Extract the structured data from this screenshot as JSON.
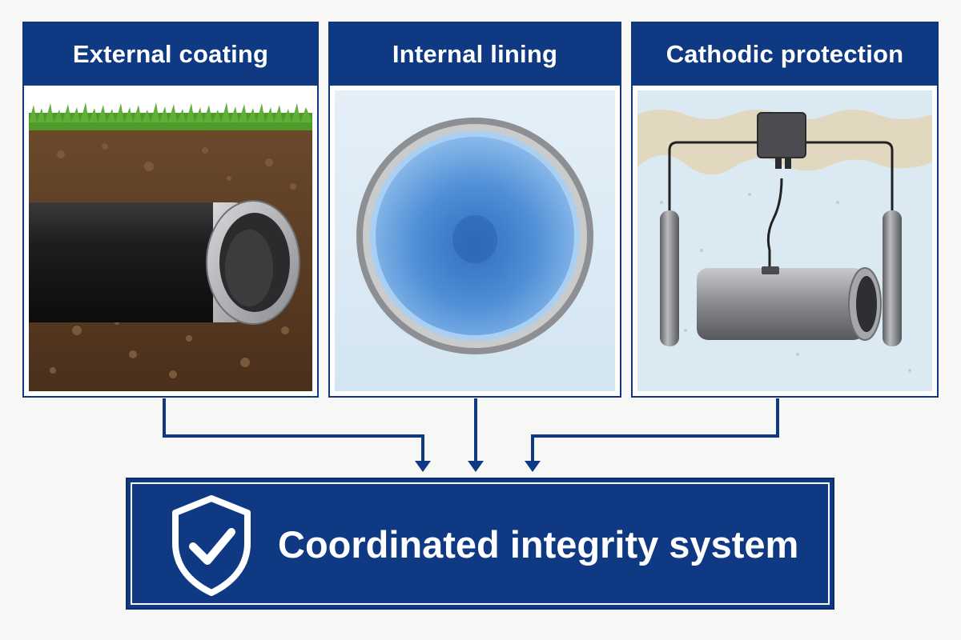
{
  "panels": {
    "external": {
      "title": "External coating"
    },
    "internal": {
      "title": "Internal lining"
    },
    "cathodic": {
      "title": "Cathodic protection"
    }
  },
  "result": {
    "title": "Coordinated integrity system",
    "icon": "shield-check-icon"
  },
  "colors": {
    "navy": "#0f3a83",
    "soil": "#5a3a22",
    "grass": "#4f9a2b",
    "lining_blue": "#4f8fd6",
    "water": "#dbe9f3",
    "steel": "#9a9c9f"
  }
}
